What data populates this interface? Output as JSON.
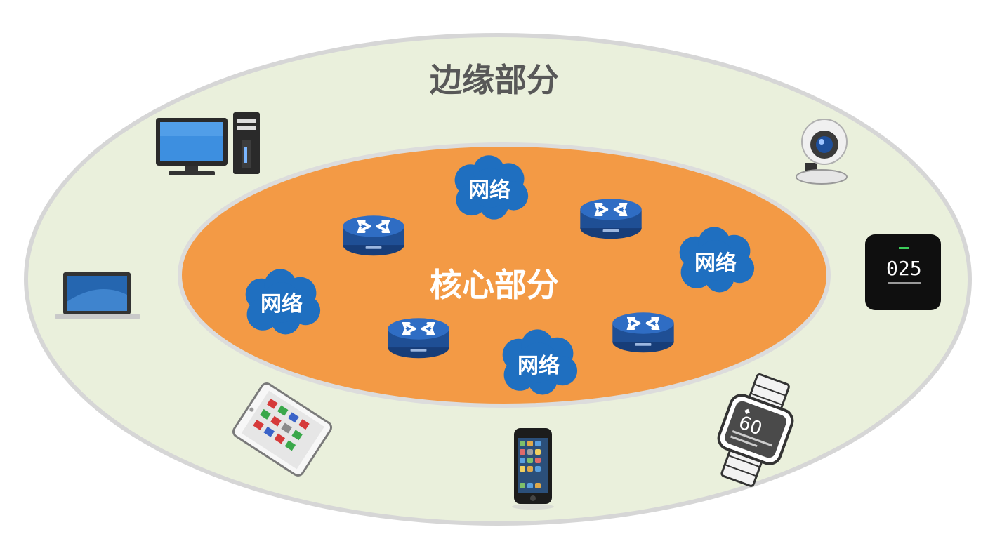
{
  "edge": {
    "title": "边缘部分"
  },
  "core": {
    "title": "核心部分"
  },
  "networks": [
    {
      "label": "网络"
    },
    {
      "label": "网络"
    },
    {
      "label": "网络"
    },
    {
      "label": "网络"
    }
  ],
  "watch": {
    "reading": "60"
  },
  "smart_speaker": {
    "reading": "025"
  },
  "colors": {
    "edge_fill": "#eaf0dc",
    "edge_border": "#d6d6d6",
    "core_fill": "#f39a45",
    "core_border": "#d9d9d9",
    "cloud": "#1f6fc0",
    "router": "#2a5ca8"
  },
  "icons": {
    "desktop": "desktop-computer-icon",
    "laptop": "laptop-icon",
    "tablet": "tablet-icon",
    "phone": "smartphone-icon",
    "watch": "smartwatch-icon",
    "speaker": "smart-display-icon",
    "webcam": "webcam-icon",
    "router": "router-icon",
    "cloud": "network-cloud-icon"
  }
}
